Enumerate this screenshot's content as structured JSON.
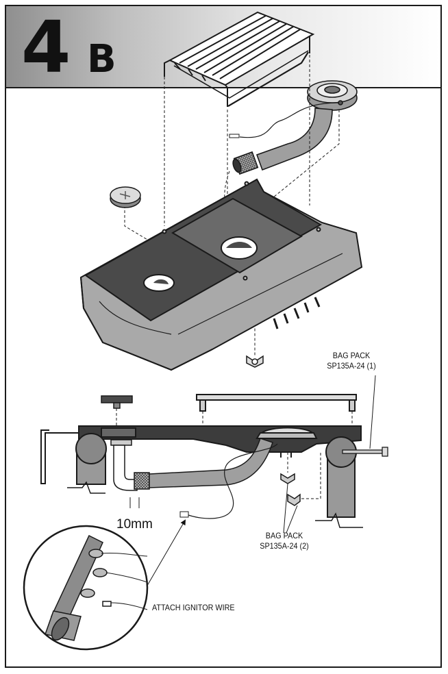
{
  "header": {
    "step_number": "4",
    "step_letter": "B"
  },
  "labels": {
    "bag_pack_1_line1": "BAG PACK",
    "bag_pack_1_line2": "SP135A-24 (1)",
    "bag_pack_2_line1": "BAG PACK",
    "bag_pack_2_line2": "SP135A-24 (2)",
    "dimension": "10mm",
    "ignitor_instruction": "ATTACH IGNITOR WIRE"
  },
  "colors": {
    "header_gradient_start": "#8f8f8f",
    "header_gradient_end": "#ffffff",
    "part_fill": "#a8a8a8",
    "part_dark": "#3c3c3c",
    "outline": "#1a1a1a"
  }
}
